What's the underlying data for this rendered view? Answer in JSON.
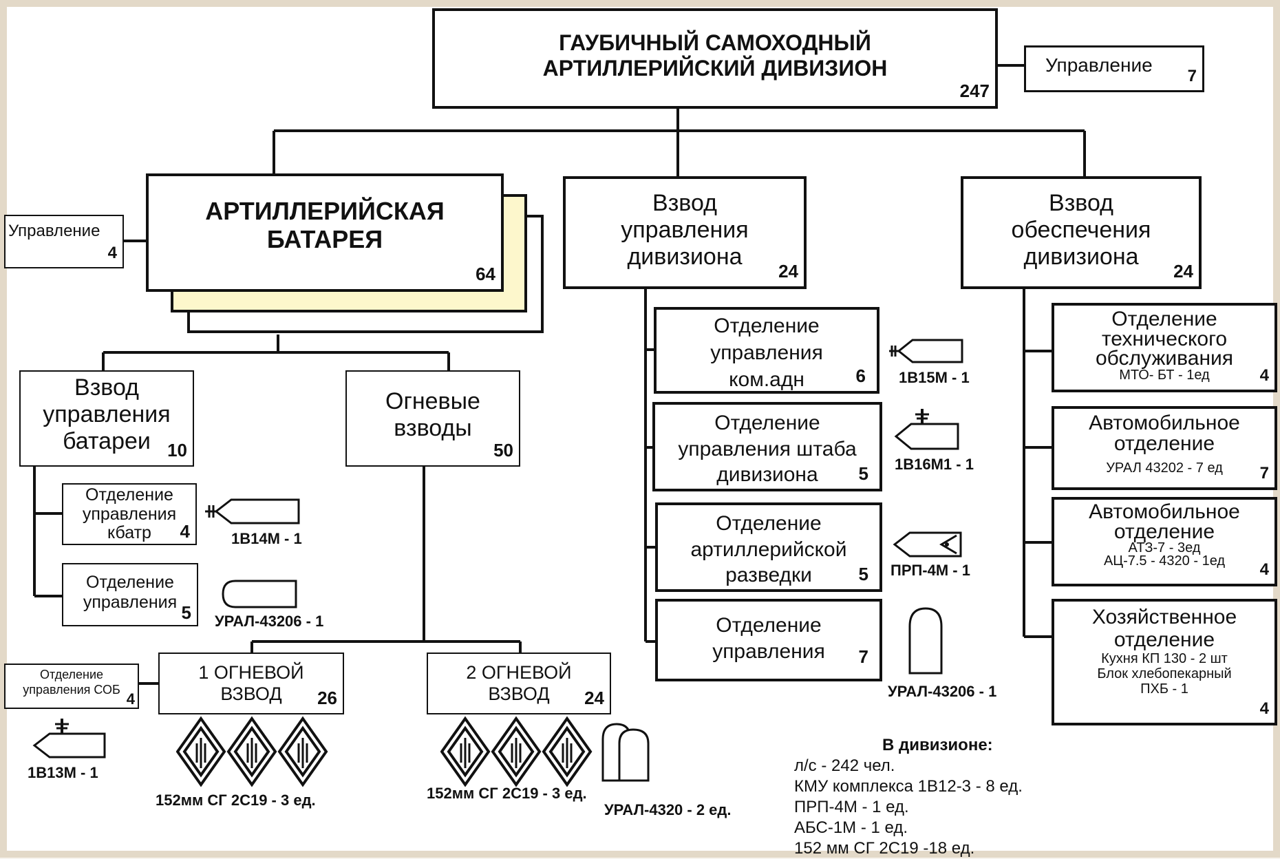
{
  "top": {
    "line1": "ГАУБИЧНЫЙ САМОХОДНЫЙ",
    "line2": "АРТИЛЛЕРИЙСКИЙ ДИВИЗИОН",
    "count": "247"
  },
  "top_upr": {
    "label": "Управление",
    "count": "7"
  },
  "battery": {
    "line1": "АРТИЛЛЕРИЙСКАЯ",
    "line2": "БАТАРЕЯ",
    "count": "64"
  },
  "battery_upr": {
    "label": "Управление",
    "count": "4"
  },
  "vzvod_upr_div": {
    "line1": "Взвод",
    "line2": "управления",
    "line3": "дивизиона",
    "count": "24"
  },
  "vzvod_obesp": {
    "line1": "Взвод",
    "line2": "обеспечения",
    "line3": "дивизиона",
    "count": "24"
  },
  "vzvod_upr_bat": {
    "line1": "Взвод",
    "line2": "управления",
    "line3": "батареи",
    "count": "10"
  },
  "ognevye": {
    "line1": "Огневые",
    "line2": "взводы",
    "count": "50"
  },
  "otd_kbatr": {
    "line1": "Отделение",
    "line2": "управления",
    "line3": "кбатр",
    "count": "4",
    "vehicle": "1В14М  - 1"
  },
  "otd_upr_bat": {
    "line1": "Отделение",
    "line2": "управления",
    "count": "5",
    "vehicle": "УРАЛ-43206  - 1"
  },
  "otd_sob": {
    "line1": "Отделение",
    "line2": "управления СОБ",
    "count": "4",
    "vehicle": "1В13М  - 1"
  },
  "ogn1": {
    "line1": "1 ОГНЕВОЙ",
    "line2": "ВЗВОД",
    "count": "26",
    "vehicle": "152мм СГ 2С19 - 3 ед."
  },
  "ogn2": {
    "line1": "2 ОГНЕВОЙ",
    "line2": "ВЗВОД",
    "count": "24",
    "vehicle": "152мм СГ 2С19 - 3 ед.",
    "vehicle2": "УРАЛ-4320 - 2 ед."
  },
  "mid_units": [
    {
      "line1": "Отделение",
      "line2": "управления",
      "line3": "ком.адн",
      "count": "6",
      "vehicle": "1В15М  - 1"
    },
    {
      "line1": "Отделение",
      "line2": "управления штаба",
      "line3": "дивизиона",
      "count": "5",
      "vehicle": "1В16М1  - 1"
    },
    {
      "line1": "Отделение",
      "line2": "артиллерийской",
      "line3": "разведки",
      "count": "5",
      "vehicle": "ПРП-4М  - 1"
    },
    {
      "line1": "Отделение",
      "line2": "управления",
      "line3": "",
      "count": "7",
      "vehicle": "УРАЛ-43206  - 1"
    }
  ],
  "right_units": [
    {
      "line1": "Отделение",
      "line2": "технического",
      "line3": "обслуживания",
      "sub": "МТО- БТ - 1ед",
      "count": "4"
    },
    {
      "line1": "Автомобильное",
      "line2": "отделение",
      "sub": "УРАЛ 43202 - 7 ед",
      "count": "7"
    },
    {
      "line1": "Автомобильное",
      "line2": "отделение",
      "sub": "АТЗ-7 - 3ед",
      "sub2": "АЦ-7.5 - 4320 - 1ед",
      "count": "4"
    },
    {
      "line1": "Хозяйственное",
      "line2": "отделение",
      "sub": "Кухня  КП 130  -  2 шт",
      "sub2": "Блок хлебопекарный",
      "sub3": "ПХБ - 1",
      "count": "4"
    }
  ],
  "summary": {
    "title": "В дивизионе:",
    "items": [
      "л/с  - 242 чел.",
      "КМУ комплекса 1В12-3 - 8 ед.",
      "ПРП-4М - 1 ед.",
      "АБС-1М - 1 ед.",
      "152 мм СГ 2С19 -18 ед."
    ]
  }
}
